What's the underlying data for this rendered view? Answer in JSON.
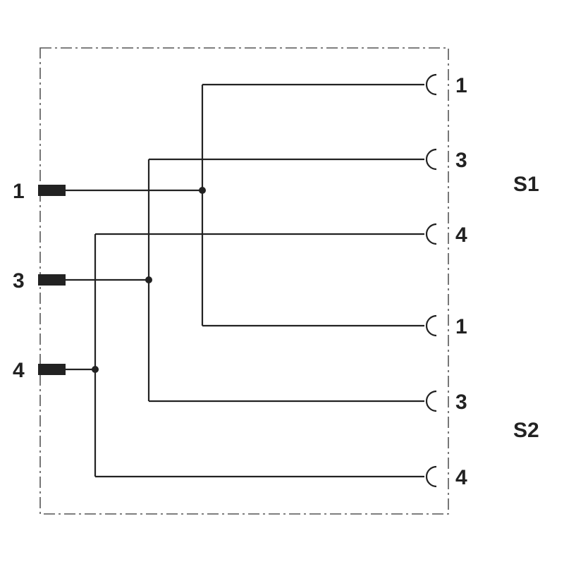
{
  "input_pins": [
    "1",
    "3",
    "4"
  ],
  "output_groups": [
    {
      "label": "S1",
      "pins": [
        "1",
        "3",
        "4"
      ]
    },
    {
      "label": "S2",
      "pins": [
        "1",
        "3",
        "4"
      ]
    }
  ],
  "colors": {
    "line": "#222222",
    "housing": "#555555"
  }
}
